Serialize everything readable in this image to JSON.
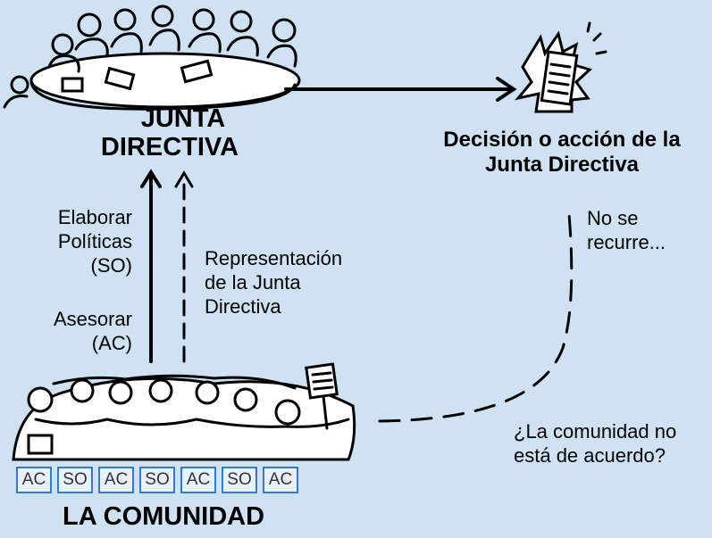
{
  "board": {
    "title_line1": "JUNTA",
    "title_line2": "DIRECTIVA"
  },
  "decision": {
    "line1": "Decisión o acción de la",
    "line2": "Junta Directiva"
  },
  "left_labels": {
    "policy_line1": "Elaborar",
    "policy_line2": "Políticas",
    "policy_line3": "(SO)",
    "advise_line1": "Asesorar",
    "advise_line2": "(AC)"
  },
  "representation": {
    "line1": "Representación",
    "line2": "de la Junta",
    "line3": "Directiva"
  },
  "no_appeal": {
    "line1": "No se",
    "line2": "recurre..."
  },
  "disagree": {
    "line1": "¿La comunidad no",
    "line2": "está de acuerdo?"
  },
  "community": {
    "title": "LA COMUNIDAD"
  },
  "badges": [
    "AC",
    "SO",
    "AC",
    "SO",
    "AC",
    "SO",
    "AC"
  ],
  "colors": {
    "background": "#cfe2f3",
    "badge_border": "#2e7bcf",
    "ink": "#000000"
  },
  "icons": [
    "board-meeting-illustration",
    "decision-document-icon",
    "community-crowd-illustration"
  ]
}
